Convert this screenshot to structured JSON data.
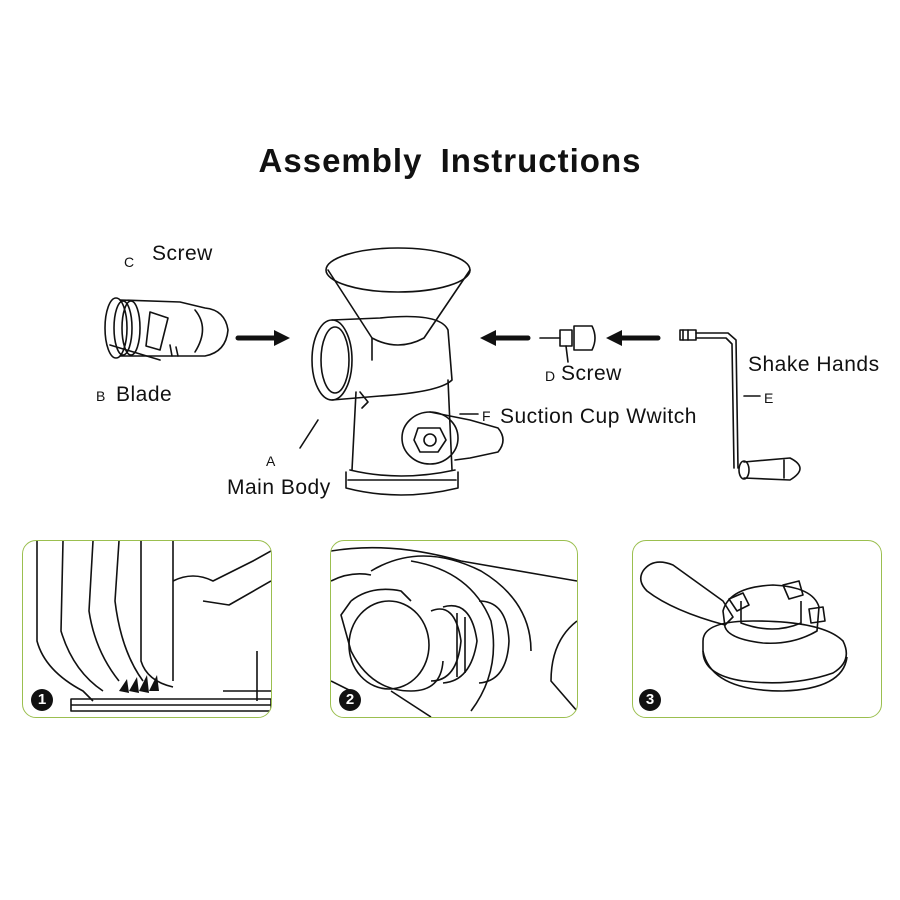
{
  "title": "Assembly  Instructions",
  "parts": {
    "c_letter": "C",
    "c_name": "Screw",
    "b_letter": "B",
    "b_name": "Blade",
    "a_letter": "A",
    "a_name": "Main Body",
    "d_letter": "D",
    "d_name": "Screw",
    "f_letter": "F",
    "f_name": "Suction Cup Wwitch",
    "e_letter": "E",
    "e_name": "Shake Hands"
  },
  "steps": [
    "1",
    "2",
    "3"
  ],
  "colors": {
    "panel_border": "#9bbf4f",
    "line": "#111111"
  }
}
